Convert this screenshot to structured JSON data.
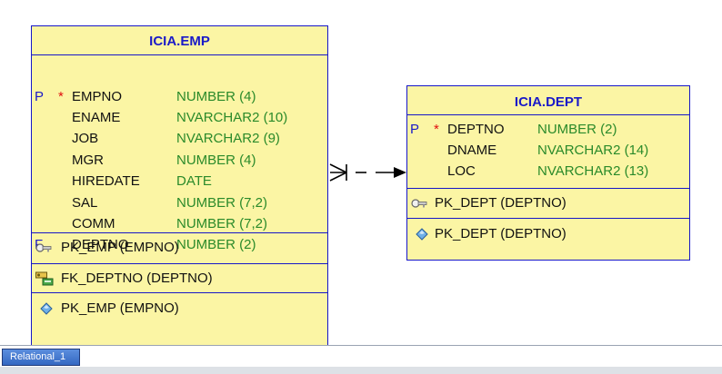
{
  "entities": {
    "emp": {
      "title": "ICIA.EMP",
      "columns": [
        {
          "flag": "P",
          "mandatory": "*",
          "name": "EMPNO",
          "type": "NUMBER (4)"
        },
        {
          "flag": "",
          "mandatory": "",
          "name": "ENAME",
          "type": "NVARCHAR2 (10)"
        },
        {
          "flag": "",
          "mandatory": "",
          "name": "JOB",
          "type": "NVARCHAR2 (9)"
        },
        {
          "flag": "",
          "mandatory": "",
          "name": "MGR",
          "type": "NUMBER (4)"
        },
        {
          "flag": "",
          "mandatory": "",
          "name": "HIREDATE",
          "type": "DATE"
        },
        {
          "flag": "",
          "mandatory": "",
          "name": "SAL",
          "type": "NUMBER (7,2)"
        },
        {
          "flag": "",
          "mandatory": "",
          "name": "COMM",
          "type": "NUMBER (7,2)"
        },
        {
          "flag": "F",
          "mandatory": "",
          "name": "DEPTNO",
          "type": "NUMBER (2)"
        }
      ],
      "primary_key": {
        "icon": "key-icon",
        "label": "PK_EMP (EMPNO)"
      },
      "foreign_key": {
        "icon": "foreign-key-icon",
        "label": "FK_DEPTNO (DEPTNO)"
      },
      "index": {
        "icon": "index-diamond-icon",
        "label": "PK_EMP (EMPNO)"
      }
    },
    "dept": {
      "title": "ICIA.DEPT",
      "columns": [
        {
          "flag": "P",
          "mandatory": "*",
          "name": "DEPTNO",
          "type": "NUMBER (2)"
        },
        {
          "flag": "",
          "mandatory": "",
          "name": "DNAME",
          "type": "NVARCHAR2 (14)"
        },
        {
          "flag": "",
          "mandatory": "",
          "name": "LOC",
          "type": "NVARCHAR2 (13)"
        }
      ],
      "primary_key": {
        "icon": "key-icon",
        "label": "PK_DEPT (DEPTNO)"
      },
      "index": {
        "icon": "index-diamond-icon",
        "label": "PK_DEPT (DEPTNO)"
      }
    }
  },
  "relationship": {
    "from": "ICIA.EMP",
    "to": "ICIA.DEPT",
    "style": "dashed",
    "source_end": "crow-foot-many",
    "target_end": "arrow"
  },
  "colors": {
    "entity_fill": "#fbf5a4",
    "entity_border": "#1616c8",
    "title": "#1a1ac8",
    "type_text": "#2a8a2a",
    "mandatory": "#e01010"
  },
  "tabs": [
    {
      "label": "Relational_1",
      "active": true
    }
  ]
}
